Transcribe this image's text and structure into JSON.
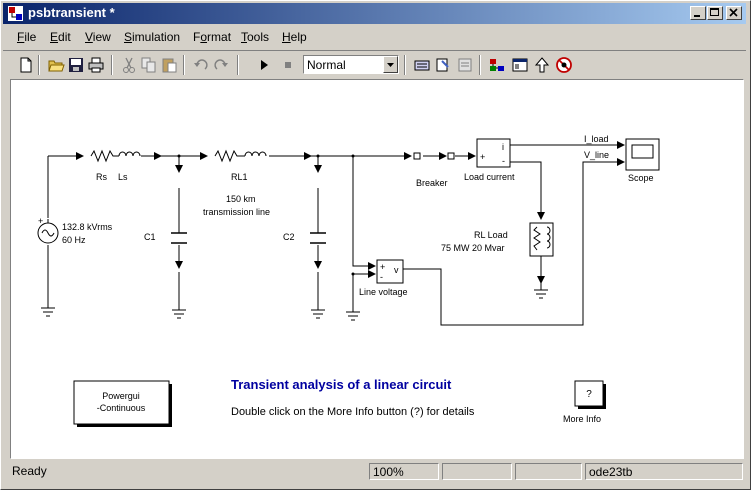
{
  "window": {
    "title": "psbtransient *"
  },
  "menus": [
    {
      "label": "File",
      "key": "F",
      "rest": "ile"
    },
    {
      "label": "Edit",
      "key": "E",
      "rest": "dit"
    },
    {
      "label": "View",
      "key": "V",
      "rest": "iew"
    },
    {
      "label": "Simulation",
      "key": "S",
      "rest": "imulation"
    },
    {
      "label": "Format",
      "key": "o",
      "pre": "F",
      "rest": "rmat"
    },
    {
      "label": "Tools",
      "key": "T",
      "rest": "ools"
    },
    {
      "label": "Help",
      "key": "H",
      "rest": "elp"
    }
  ],
  "toolbar": {
    "sim_mode": "Normal"
  },
  "diagram": {
    "source_label_1": "132.8 kVrms",
    "source_label_2": "60 Hz",
    "rs_label": "Rs",
    "ls_label": "Ls",
    "rl1_label": "RL1",
    "line_label_1": "150 km",
    "line_label_2": "transmission line",
    "c1_label": "C1",
    "c2_label": "C2",
    "breaker_label": "Breaker",
    "load_current_label": "Load current",
    "load_label_1": "RL Load",
    "load_label_2": "75 MW 20 Mvar",
    "line_voltage_label": "Line voltage",
    "scope_label": "Scope",
    "i_load_label": "I_load",
    "v_line_label": "V_line",
    "meas_i": "i",
    "meas_v": "v",
    "plus": "+",
    "minus": "-",
    "powergui_1": "Powergui",
    "powergui_2": "-Continuous",
    "heading": "Transient analysis of a linear circuit",
    "subheading": "Double click on the More Info button (?) for details",
    "more_info_btn": "?",
    "more_info_label": "More Info"
  },
  "status": {
    "ready": "Ready",
    "zoom": "100%",
    "solver": "ode23tb"
  },
  "colors": {
    "title_start": "#0a246a",
    "title_end": "#a6caf0",
    "heading": "#0000a0"
  }
}
